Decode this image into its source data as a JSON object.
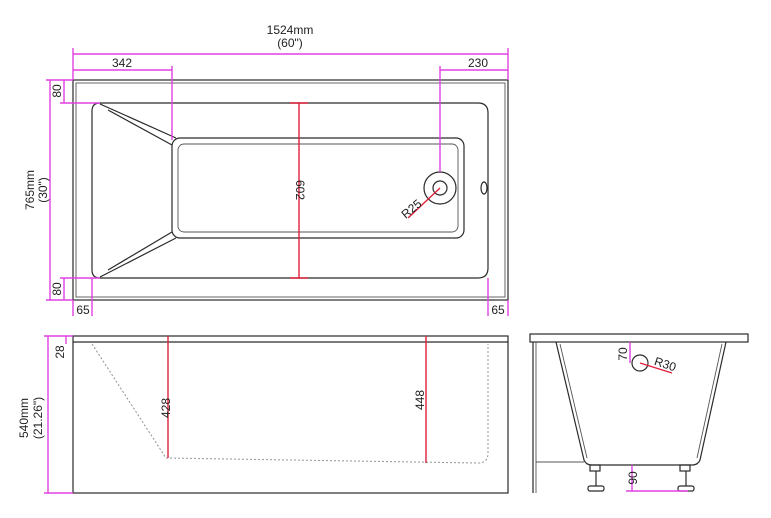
{
  "top_view": {
    "overall_length": "1524mm",
    "overall_length_in": "(60\")",
    "overall_width": "765mm",
    "overall_width_in": "(30\")",
    "left_offset": "342",
    "drain_offset": "230",
    "rim_top": "80",
    "rim_bottom": "80",
    "left_rim": "65",
    "right_rim": "65",
    "inner_width": "602",
    "drain_radius": "R25"
  },
  "front_view": {
    "height": "540mm",
    "height_in": "(21.26\")",
    "rim_thickness": "28",
    "depth_left": "428",
    "depth_right": "448"
  },
  "side_view": {
    "overflow_offset": "70",
    "overflow_radius": "R30",
    "foot_height": "90"
  },
  "colors": {
    "dimension": "#e040e0",
    "internal": "#e0203a",
    "outline": "#2a2a2a"
  }
}
